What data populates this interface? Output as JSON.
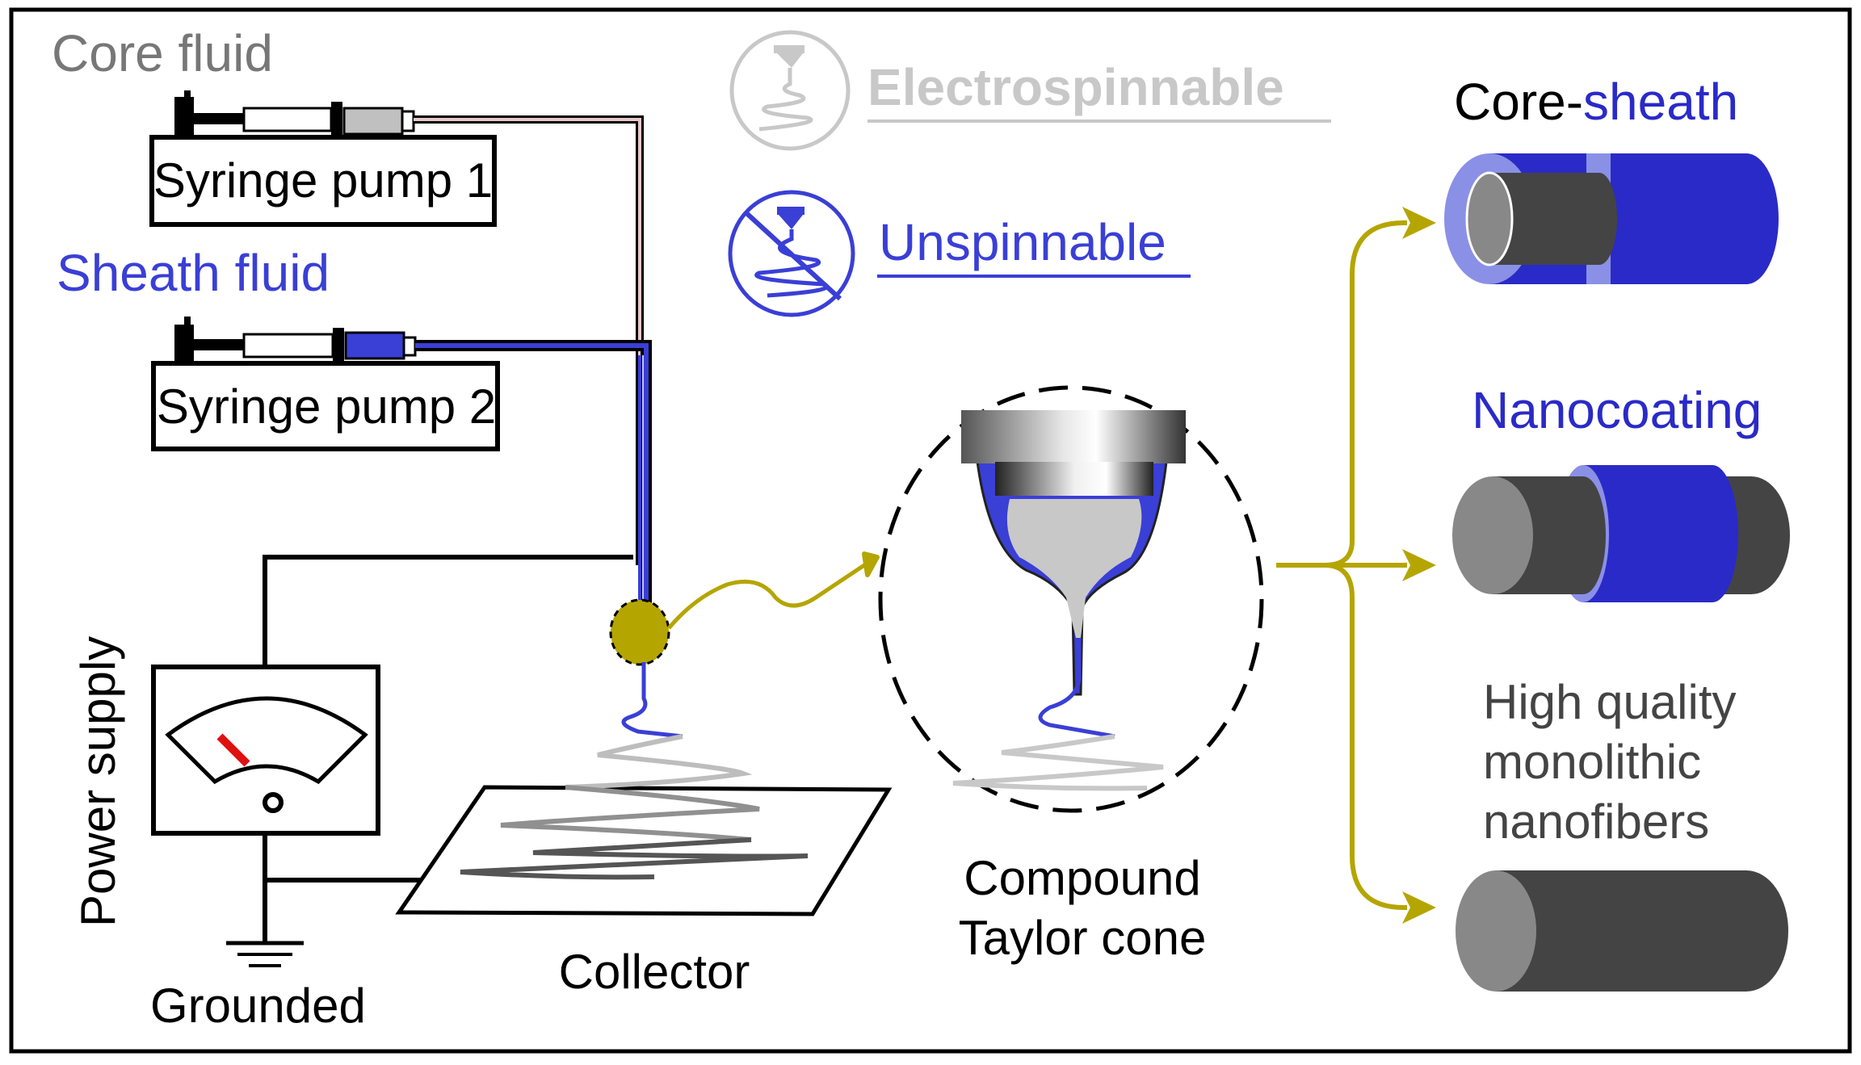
{
  "labels": {
    "core_fluid": "Core fluid",
    "sheath_fluid": "Sheath fluid",
    "syringe_pump_1": "Syringe pump 1",
    "syringe_pump_2": "Syringe pump 2",
    "power_supply": "Power supply",
    "grounded": "Grounded",
    "collector": "Collector",
    "taylor_cone_line1": "Compound",
    "taylor_cone_line2": "Taylor cone",
    "electrospinnable": "Electrospinnable",
    "unspinnable": "Unspinnable",
    "core_sheath_core": "Core-",
    "core_sheath_sheath": "sheath",
    "nanocoating": "Nanocoating",
    "monolithic_line1": "High quality",
    "monolithic_line2": "monolithic",
    "monolithic_line3": "nanofibers"
  },
  "colors": {
    "core_gray": "#777777",
    "sheath_blue": "#3a3fd6",
    "deep_blue": "#2a2ac8",
    "light_blue": "#8a90e6",
    "fiber_dark": "#444444",
    "fiber_cap": "#888888",
    "arrow_olive": "#b5a500",
    "needle_red": "#e01010",
    "faded_gray": "#c8c8c8"
  }
}
